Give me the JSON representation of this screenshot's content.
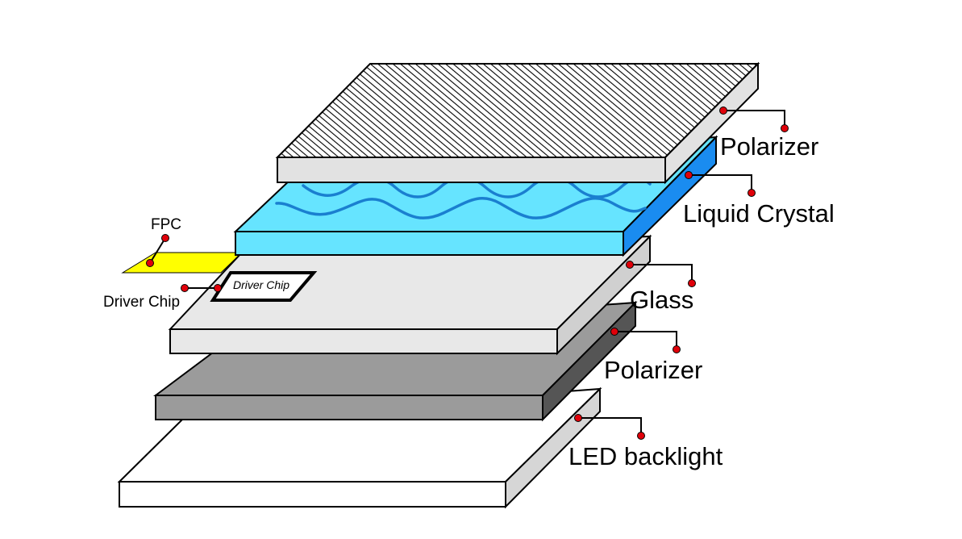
{
  "labels": {
    "polarizer_top": "Polarizer",
    "liquid_crystal": "Liquid Crystal",
    "glass": "Glass",
    "polarizer_bottom": "Polarizer",
    "led_backlight": "LED backlight",
    "fpc": "FPC",
    "driver_chip": "Driver Chip",
    "driver_chip_box": "Driver Chip"
  },
  "colors": {
    "polarizer_top_face": "#ffffff",
    "polarizer_top_side": "#e2e2e2",
    "liquid_crystal_top": "#66e4ff",
    "liquid_crystal_side": "#1a8cf0",
    "liquid_crystal_wave": "#1a7fd0",
    "glass_face": "#e8e8e8",
    "glass_side": "#d0d0d0",
    "polarizer_bottom_top": "#9b9b9b",
    "polarizer_bottom_side": "#555555",
    "led_face": "#ffffff",
    "led_side": "#d6d6d6",
    "fpc": "#ffff00",
    "callout_dot": "#e0000a"
  }
}
